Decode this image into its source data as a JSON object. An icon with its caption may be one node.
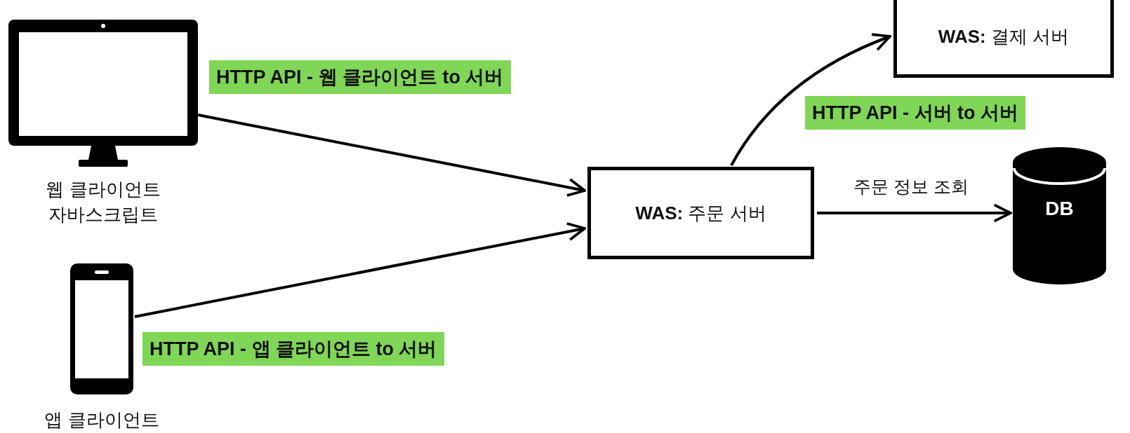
{
  "diagram": {
    "nodes": [
      {
        "text": [],
        "shape": "monitor",
        "beside": [
          "웹 클라이언트 자바스크립트"
        ]
      },
      {
        "text": [],
        "shape": "phone",
        "beside": [
          "앱 클라이언트"
        ]
      },
      {
        "text": [
          "WAS: 주문 서버"
        ]
      },
      {
        "text": [
          "WAS: 결제 서버"
        ]
      },
      {
        "text": [
          "DB"
        ]
      }
    ],
    "edges": [
      {
        "from": 0,
        "to": 2,
        "arrow": "to",
        "label": "HTTP API - 웹 클라이언트 to 서버"
      },
      {
        "from": 1,
        "to": 2,
        "arrow": "to",
        "label": "HTTP API - 앱 클라이언트 to 서버"
      },
      {
        "from": 2,
        "to": 3,
        "arrow": "to",
        "label": "HTTP API - 서버 to 서버"
      },
      {
        "from": 2,
        "to": 4,
        "arrow": "to",
        "label": "주문 정보 조회"
      }
    ]
  }
}
